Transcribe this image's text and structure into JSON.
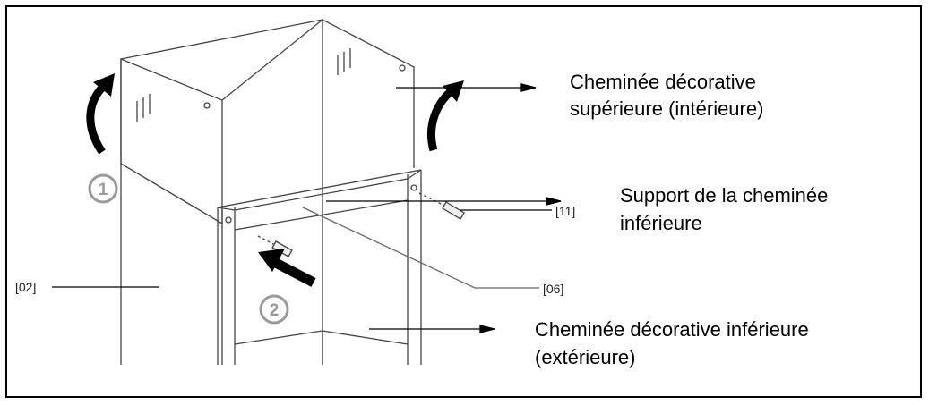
{
  "callouts": {
    "upper_chimney": {
      "line1": "Cheminée décorative",
      "line2": "supérieure (intérieure)"
    },
    "lower_support": {
      "line1": "Support de la cheminée",
      "line2": "inférieure"
    },
    "lower_chimney": {
      "line1": "Cheminée décorative inférieure",
      "line2": "(extérieure)"
    }
  },
  "references": {
    "part_02": "[02]",
    "part_06": "[06]",
    "part_11": "[11]"
  },
  "steps": {
    "step_1": "1",
    "step_2": "2"
  }
}
